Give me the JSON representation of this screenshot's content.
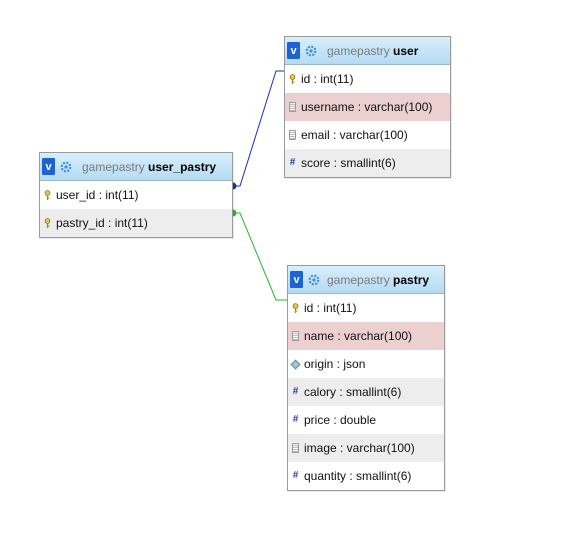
{
  "tables": {
    "user": {
      "db": "gamepastry",
      "name": "user",
      "columns": [
        {
          "text": "id : int(11)",
          "icon": "key-icon"
        },
        {
          "text": "username : varchar(100)",
          "icon": "index-icon"
        },
        {
          "text": "email : varchar(100)",
          "icon": "index-icon"
        },
        {
          "text": "score : smallint(6)",
          "icon": "numeric-icon"
        }
      ]
    },
    "user_pastry": {
      "db": "gamepastry",
      "name": "user_pastry",
      "columns": [
        {
          "text": "user_id : int(11)",
          "icon": "key-icon"
        },
        {
          "text": "pastry_id : int(11)",
          "icon": "key-icon"
        }
      ]
    },
    "pastry": {
      "db": "gamepastry",
      "name": "pastry",
      "columns": [
        {
          "text": "id : int(11)",
          "icon": "key-icon"
        },
        {
          "text": "name : varchar(100)",
          "icon": "index-icon"
        },
        {
          "text": "origin : json",
          "icon": "json-icon"
        },
        {
          "text": "calory : smallint(6)",
          "icon": "numeric-icon"
        },
        {
          "text": "price : double",
          "icon": "numeric-icon"
        },
        {
          "text": "image : varchar(100)",
          "icon": "index-icon"
        },
        {
          "text": "quantity : smallint(6)",
          "icon": "numeric-icon"
        }
      ]
    }
  },
  "toggle_label": "v",
  "colors": {
    "relation_user": "#1a2fb8",
    "relation_pastry": "#22b922",
    "header_toggle": "#1e63d6",
    "row_highlight": "#eccfcf",
    "row_alt": "#ededed"
  }
}
